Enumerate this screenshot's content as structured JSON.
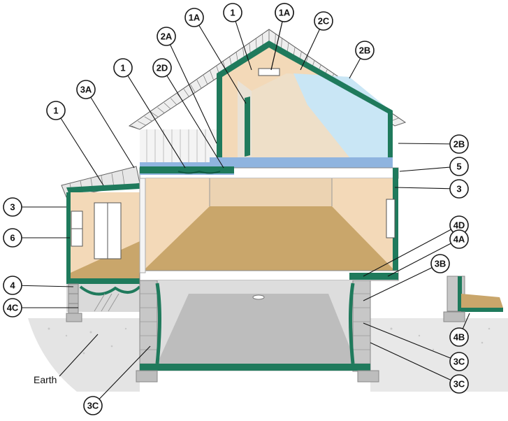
{
  "colors": {
    "insulation_green": "#1f7a5c",
    "wall_tan": "#f3d9b8",
    "floor_brown": "#c9a66b",
    "attic_blue": "#c9e6f5",
    "floor_blue": "#8fb4df",
    "concrete_gray": "#bdbdbd",
    "earth_gray": "#d8d8d8",
    "roof_line": "#555555"
  },
  "callouts": [
    {
      "id": "c1",
      "label": "1"
    },
    {
      "id": "c2",
      "label": "1A"
    },
    {
      "id": "c3",
      "label": "1"
    },
    {
      "id": "c4",
      "label": "1A"
    },
    {
      "id": "c5",
      "label": "2C"
    },
    {
      "id": "c6",
      "label": "2A"
    },
    {
      "id": "c7",
      "label": "2B"
    },
    {
      "id": "c8",
      "label": "1"
    },
    {
      "id": "c9",
      "label": "2D"
    },
    {
      "id": "c10",
      "label": "3A"
    },
    {
      "id": "c11",
      "label": "1"
    },
    {
      "id": "c12",
      "label": "2B"
    },
    {
      "id": "c13",
      "label": "5"
    },
    {
      "id": "c14",
      "label": "3"
    },
    {
      "id": "c15",
      "label": "3"
    },
    {
      "id": "c16",
      "label": "6"
    },
    {
      "id": "c17",
      "label": "4D"
    },
    {
      "id": "c18",
      "label": "4A"
    },
    {
      "id": "c19",
      "label": "3B"
    },
    {
      "id": "c20",
      "label": "4"
    },
    {
      "id": "c21",
      "label": "4C"
    },
    {
      "id": "c22",
      "label": "4B"
    },
    {
      "id": "c23",
      "label": "3C"
    },
    {
      "id": "c24",
      "label": "3C"
    },
    {
      "id": "c25",
      "label": "3C"
    }
  ],
  "earth_label": "Earth"
}
